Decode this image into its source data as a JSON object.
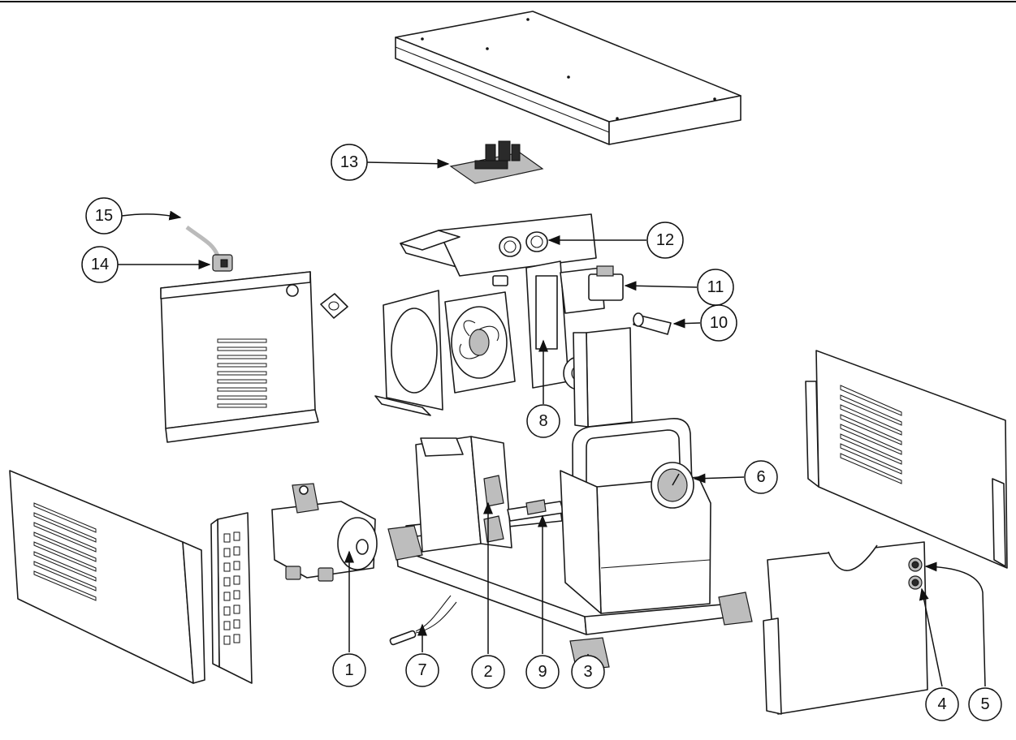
{
  "callouts": [
    {
      "id": "c1",
      "label": "1"
    },
    {
      "id": "c2",
      "label": "2"
    },
    {
      "id": "c3",
      "label": "3"
    },
    {
      "id": "c4",
      "label": "4"
    },
    {
      "id": "c5",
      "label": "5"
    },
    {
      "id": "c6",
      "label": "6"
    },
    {
      "id": "c7",
      "label": "7"
    },
    {
      "id": "c8",
      "label": "8"
    },
    {
      "id": "c9",
      "label": "9"
    },
    {
      "id": "c10",
      "label": "10"
    },
    {
      "id": "c11",
      "label": "11"
    },
    {
      "id": "c12",
      "label": "12"
    },
    {
      "id": "c13",
      "label": "13"
    },
    {
      "id": "c14",
      "label": "14"
    },
    {
      "id": "c15",
      "label": "15"
    }
  ]
}
